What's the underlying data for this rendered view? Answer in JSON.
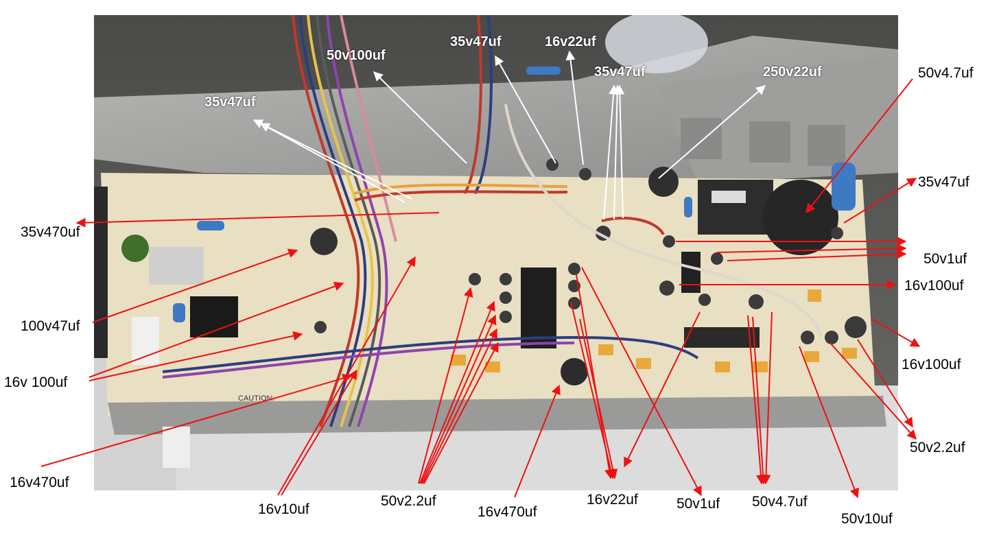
{
  "photo": {
    "subject": "photo of a monitor main circuit board (chassis) with capacitor callouts",
    "caption_silk": "CAUTION:"
  },
  "labels_in_photo": [
    "35v47uf",
    "50v100uf",
    "35v47uf",
    "16v22uf",
    "35v47uf",
    "250v22uf"
  ],
  "labels_outside": [
    "50v4.7uf",
    "35v47uf",
    "35v470uf",
    "50v1uf",
    "16v100uf",
    "100v47uf",
    "16v100uf",
    "16v 100uf",
    "16v470uf",
    "16v10uf",
    "50v2.2uf",
    "16v470uf",
    "16v22uf",
    "50v1uf",
    "50v4.7uf",
    "50v2.2uf",
    "50v10uf"
  ],
  "colors": {
    "inner_arrow": "#ffffff",
    "outer_arrow": "#ee1111",
    "board": "#e9dfc3",
    "chassis": "#a9a9a9"
  }
}
